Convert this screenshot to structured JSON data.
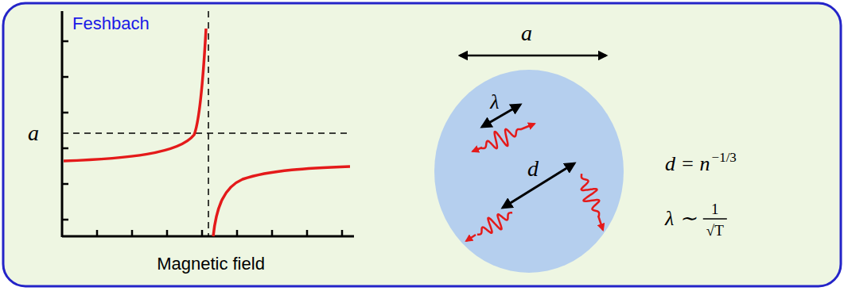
{
  "diagram": {
    "nodes": [
      {
        "text": [
          "λ",
          "d"
        ]
      }
    ],
    "labels": [
      "Feshbach",
      "a",
      "Magnetic field",
      "a",
      "d = n",
      "−1/3",
      "λ ∼",
      "1",
      "√T"
    ]
  }
}
